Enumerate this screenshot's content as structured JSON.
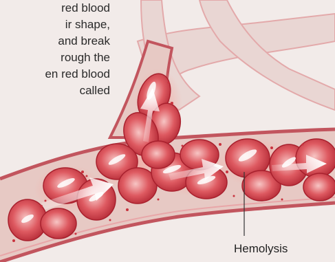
{
  "text_lines": [
    "red blood",
    "ir shape,",
    "and break",
    "rough the",
    "en red blood",
    "called"
  ],
  "callout": "Hemolysis",
  "colors": {
    "background": "#f2ebe9",
    "vessel_wall": "#c2555e",
    "vessel_inner": "#e7c9c4",
    "cell": "#d7424b",
    "cell_light": "#f3a2a4",
    "arrow": "#ffffff"
  }
}
